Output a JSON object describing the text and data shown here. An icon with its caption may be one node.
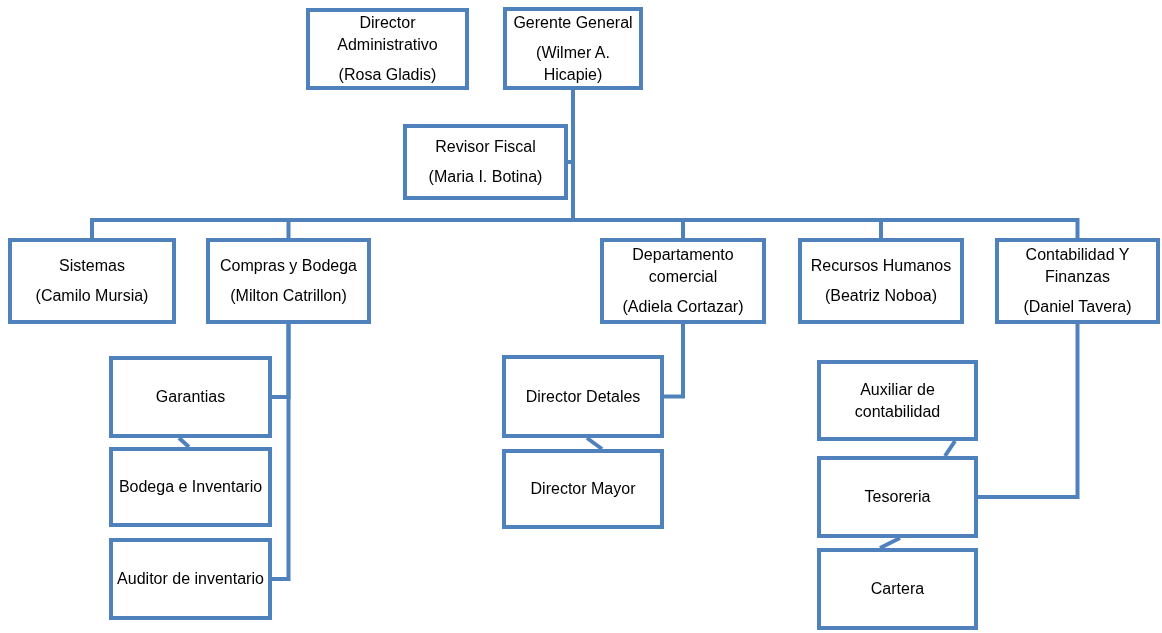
{
  "diagram": {
    "nodes": [
      {
        "text": [
          "Director Administrativo",
          "(Rosa Gladis)"
        ]
      },
      {
        "text": [
          "Gerente General",
          "(Wilmer A. Hicapie)"
        ]
      },
      {
        "text": [
          "Revisor Fiscal",
          "(Maria I. Botina)"
        ]
      },
      {
        "text": [
          "Sistemas",
          "(Camilo Mursia)"
        ]
      },
      {
        "text": [
          "Compras y Bodega",
          "(Milton Catrillon)"
        ]
      },
      {
        "text": [
          "Departamento comercial",
          "(Adiela Cortazar)"
        ]
      },
      {
        "text": [
          "Recursos Humanos",
          "(Beatriz Noboa)"
        ]
      },
      {
        "text": [
          "Contabilidad Y Finanzas",
          "(Daniel Tavera)"
        ]
      },
      {
        "text": [
          "Garantias"
        ]
      },
      {
        "text": [
          "Bodega e Inventario"
        ]
      },
      {
        "text": [
          "Auditor de inventario"
        ]
      },
      {
        "text": [
          "Director Detales"
        ]
      },
      {
        "text": [
          "Director Mayor"
        ]
      },
      {
        "text": [
          "Auxiliar de contabilidad"
        ]
      },
      {
        "text": [
          "Tesoreria"
        ]
      },
      {
        "text": [
          "Cartera"
        ]
      }
    ],
    "edges": [
      {
        "from": 1,
        "to": 2,
        "arrow": "none"
      },
      {
        "from": 1,
        "to": 3,
        "arrow": "none"
      },
      {
        "from": 1,
        "to": 4,
        "arrow": "none"
      },
      {
        "from": 1,
        "to": 5,
        "arrow": "none"
      },
      {
        "from": 1,
        "to": 6,
        "arrow": "none"
      },
      {
        "from": 1,
        "to": 7,
        "arrow": "none"
      },
      {
        "from": 4,
        "to": 8,
        "arrow": "none"
      },
      {
        "from": 8,
        "to": 9,
        "arrow": "none"
      },
      {
        "from": 4,
        "to": 10,
        "arrow": "none"
      },
      {
        "from": 5,
        "to": 11,
        "arrow": "none"
      },
      {
        "from": 11,
        "to": 12,
        "arrow": "none"
      },
      {
        "from": 7,
        "to": 14,
        "arrow": "none"
      },
      {
        "from": 13,
        "to": 14,
        "arrow": "none"
      },
      {
        "from": 14,
        "to": 15,
        "arrow": "none"
      }
    ]
  }
}
